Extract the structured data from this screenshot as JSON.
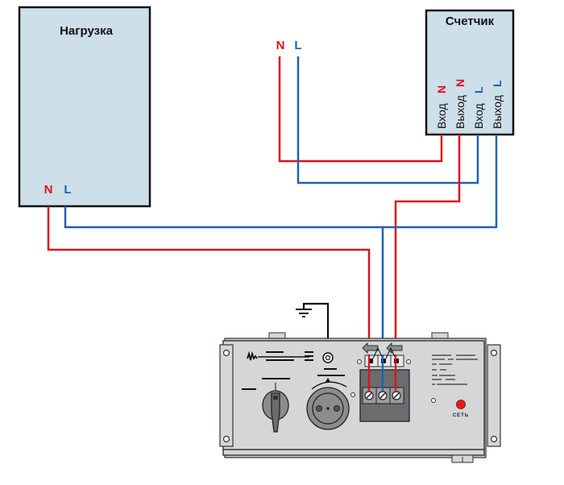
{
  "colors": {
    "neutral": "#e0101e",
    "line": "#1f62b0",
    "box_fill": "#cddfe8",
    "device_fill": "#d4d6d8",
    "indicator": "#e51a1a"
  },
  "load": {
    "title": "Нагрузка",
    "terminal_n": "N",
    "terminal_l": "L"
  },
  "supply": {
    "terminal_n": "N",
    "terminal_l": "L"
  },
  "meter": {
    "title": "Счетчик",
    "terminals": [
      {
        "label": "Вход",
        "phase": "N"
      },
      {
        "label": "Выход",
        "phase": "N"
      },
      {
        "label": "Вход",
        "phase": "L"
      },
      {
        "label": "Выход",
        "phase": "L"
      }
    ]
  },
  "stabilizer": {
    "indicator_label": "СЕТЬ",
    "terminal_count": 3
  }
}
